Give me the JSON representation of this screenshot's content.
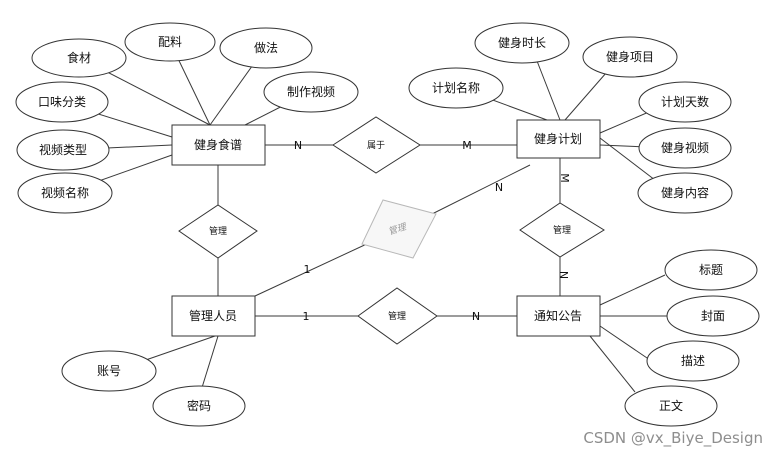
{
  "entities": {
    "recipe": "健身食谱",
    "plan": "健身计划",
    "admin": "管理人员",
    "notice": "通知公告"
  },
  "relationships": {
    "belongs": "属于",
    "manage_recipe": "管理",
    "manage_plan_diag": "管理",
    "manage_plan": "管理",
    "manage_notice": "管理"
  },
  "attributes": {
    "recipe": [
      "食材",
      "配料",
      "做法",
      "制作视频",
      "口味分类",
      "视频类型",
      "视频名称"
    ],
    "plan": [
      "健身时长",
      "健身项目",
      "计划名称",
      "计划天数",
      "健身视频",
      "健身内容"
    ],
    "admin": [
      "账号",
      "密码"
    ],
    "notice": [
      "标题",
      "封面",
      "描述",
      "正文"
    ]
  },
  "cardinalities": {
    "belongs_recipe": "N",
    "belongs_plan": "M",
    "diag_admin": "1",
    "diag_plan": "N",
    "plan_manage_top": "M",
    "plan_manage_bottom": "N",
    "notice_admin": "1",
    "notice_notice": "N"
  },
  "watermark": "CSDN @vx_Biye_Design"
}
